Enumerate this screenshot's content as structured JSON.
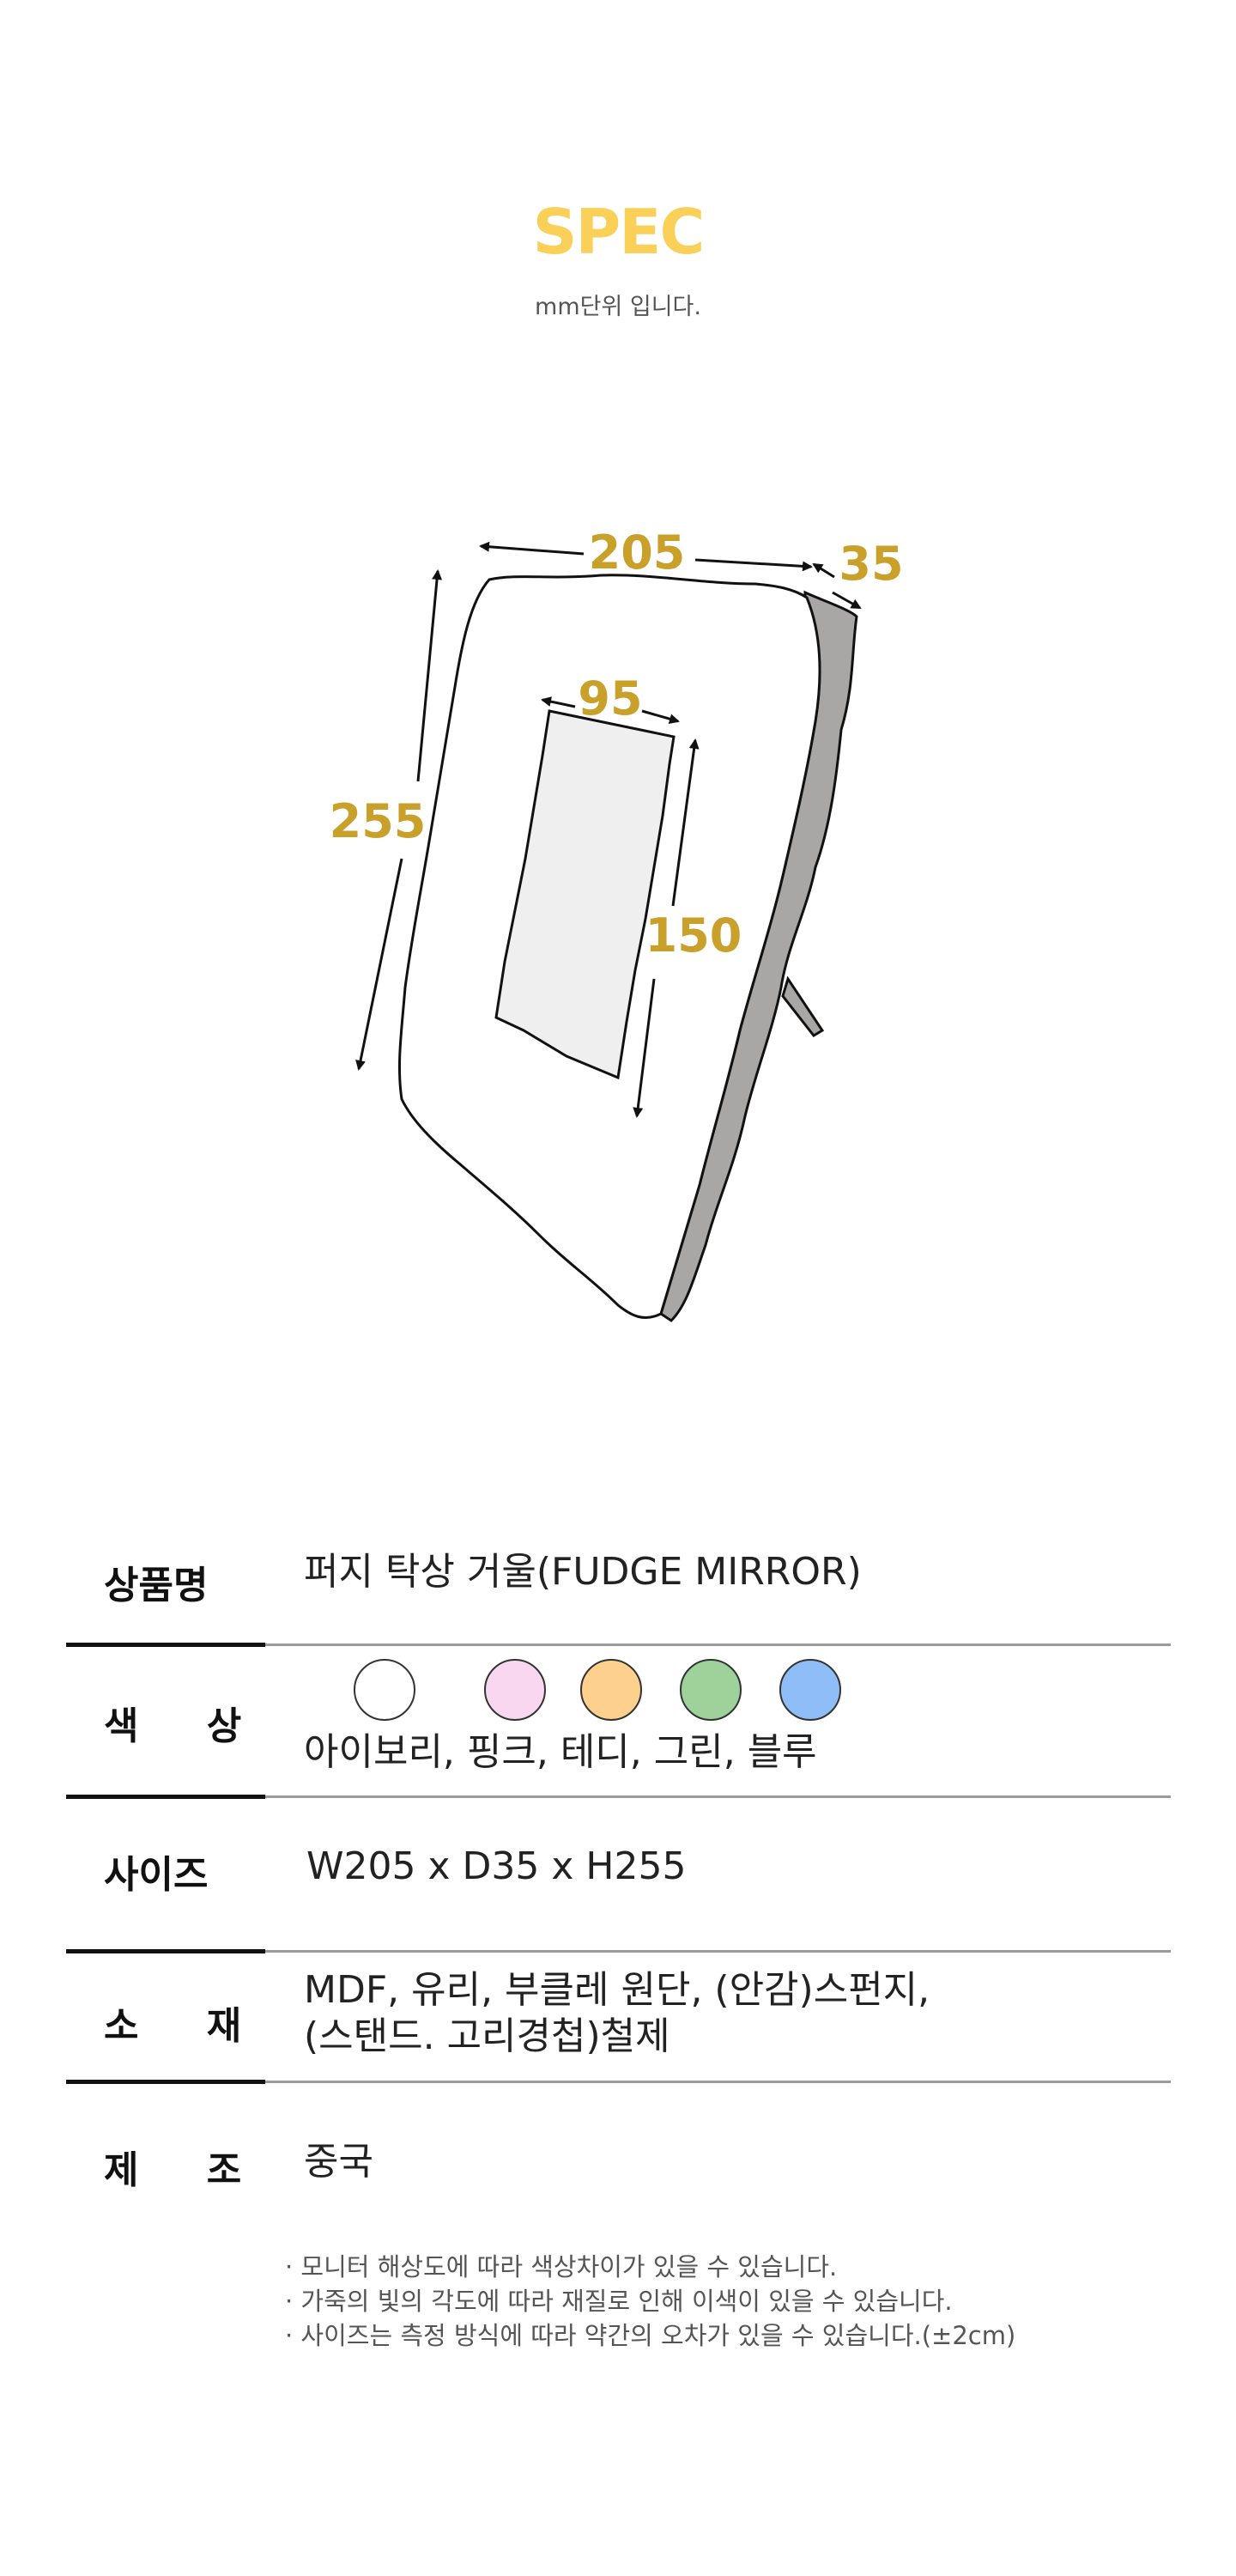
{
  "header": {
    "title": "SPEC",
    "subtitle": "mm단위 입니다."
  },
  "dimensions": {
    "width": "205",
    "depth": "35",
    "height": "255",
    "mirror_width": "95",
    "mirror_height": "150"
  },
  "colors": {
    "title": "#fad058",
    "dimension_label": "#c9a02a",
    "frame_side": "#a8a7a6",
    "mirror": "#efefef"
  },
  "table": {
    "rows": [
      {
        "label": "상품명",
        "value": "퍼지 탁상 거울(FUDGE MIRROR)"
      },
      {
        "label": "색 상",
        "value": "아이보리, 핑크, 테디, 그린, 블루"
      },
      {
        "label": "사이즈",
        "value": "W205 x D35 x H255"
      },
      {
        "label": "소 재",
        "value": "MDF, 유리, 부클레 원단, (안감)스펀지,",
        "value2": "(스탠드. 고리경첩)철제"
      },
      {
        "label": "제 조",
        "value": "중국"
      }
    ],
    "swatches": [
      {
        "name": "아이보리",
        "color": "#ffffff"
      },
      {
        "name": "핑크",
        "color": "#fad7f0"
      },
      {
        "name": "테디",
        "color": "#fdd08e"
      },
      {
        "name": "그린",
        "color": "#9fd29b"
      },
      {
        "name": "블루",
        "color": "#8fbdf8"
      }
    ]
  },
  "notes": [
    "· 모니터 해상도에 따라 색상차이가 있을 수 있습니다.",
    "· 가죽의 빛의 각도에 따라 재질로 인해 이색이 있을 수 있습니다.",
    "· 사이즈는 측정 방식에 따라 약간의 오차가 있을 수 있습니다.(±2cm)"
  ]
}
